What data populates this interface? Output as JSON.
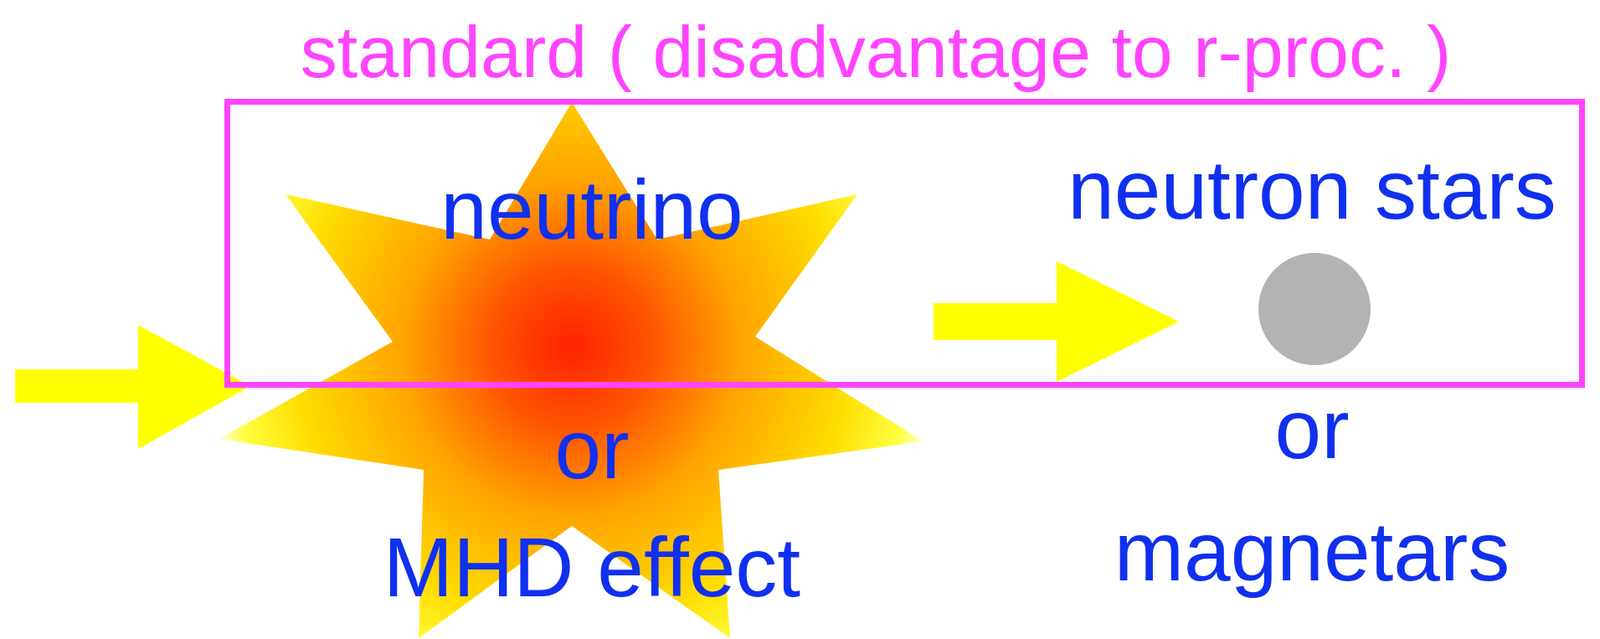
{
  "diagram": {
    "nodes": [
      {
        "text": [
          "standard ( disadvantage to r-proc. )"
        ]
      },
      {
        "text": [
          "neutrino",
          "or",
          "MHD effect"
        ]
      },
      {
        "text": [
          "neutron stars",
          "or",
          "magnetars"
        ]
      }
    ],
    "edges": [
      {
        "from": 1,
        "to": 2,
        "arrow": "to"
      }
    ]
  }
}
